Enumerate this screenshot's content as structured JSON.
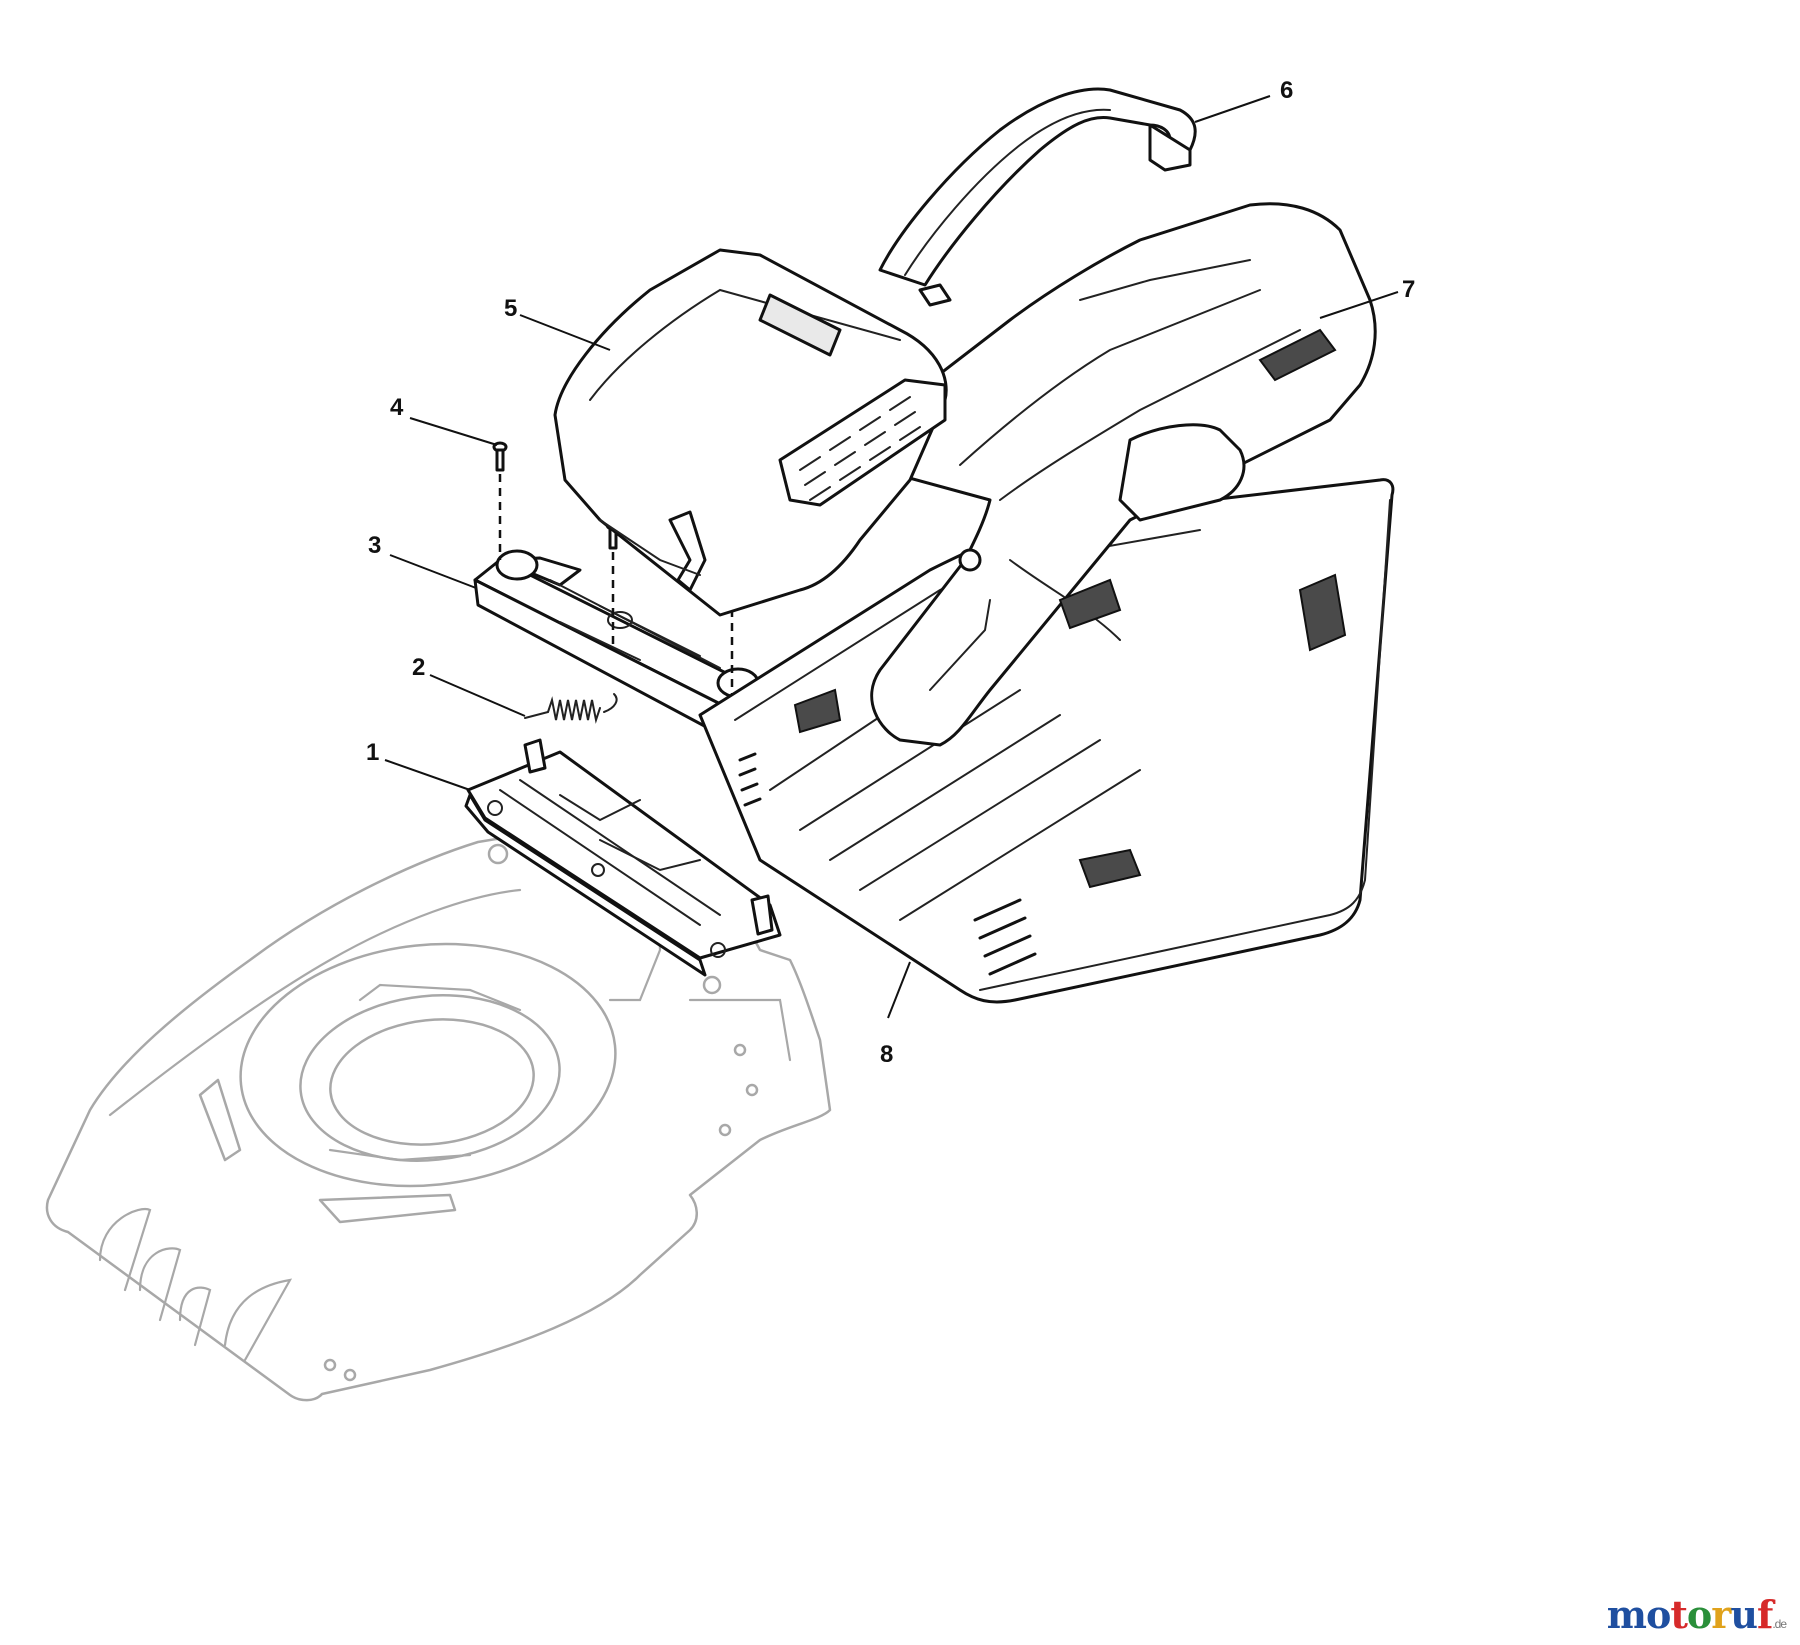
{
  "callouts": [
    {
      "id": "1",
      "label": "1"
    },
    {
      "id": "2",
      "label": "2"
    },
    {
      "id": "3",
      "label": "3"
    },
    {
      "id": "4",
      "label": "4"
    },
    {
      "id": "5",
      "label": "5"
    },
    {
      "id": "6",
      "label": "6"
    },
    {
      "id": "7",
      "label": "7"
    },
    {
      "id": "8",
      "label": "8"
    }
  ],
  "watermark": {
    "text": "motoruf",
    "suffix": ".de",
    "letter_colors": [
      "#1f4fa0",
      "#1f4fa0",
      "#d62a2a",
      "#2a8f3a",
      "#e0a21b",
      "#1f4fa0",
      "#d62a2a"
    ]
  }
}
